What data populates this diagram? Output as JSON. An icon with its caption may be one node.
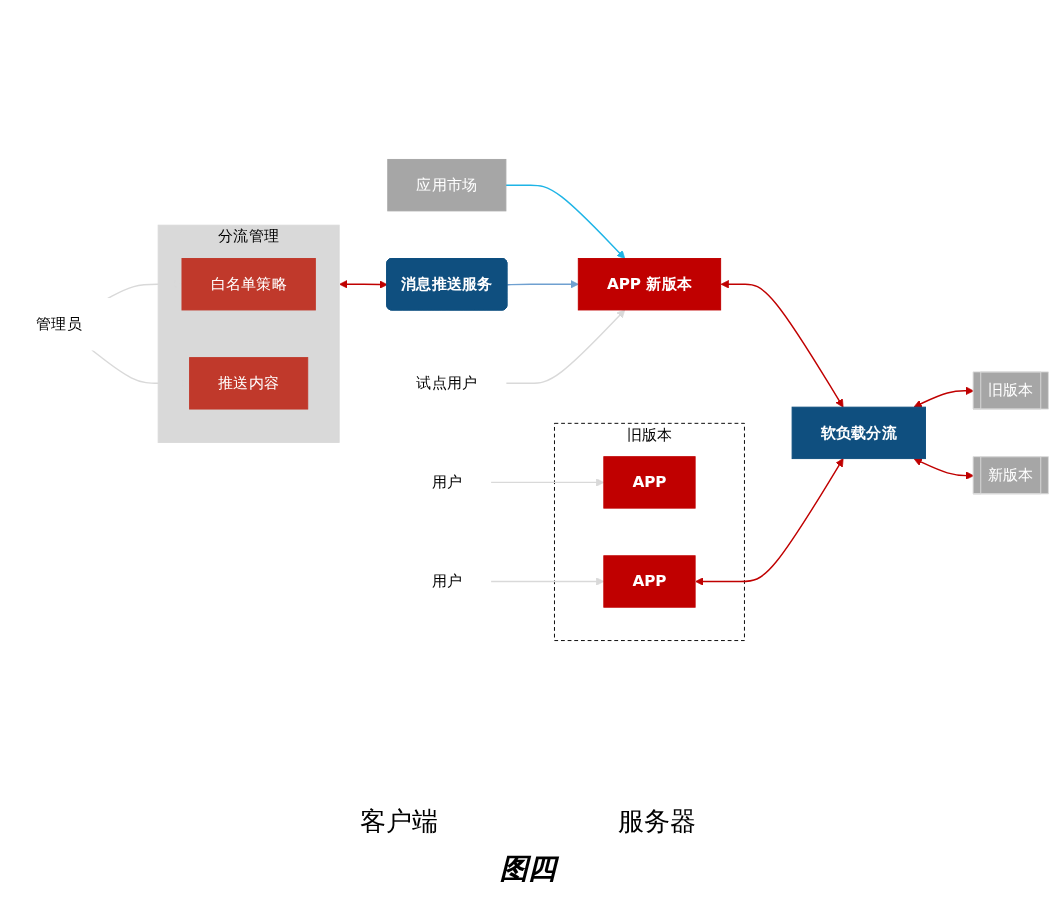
{
  "diagram": {
    "caption": "图四",
    "nodes": [
      {
        "text": [
          "应用市场"
        ]
      },
      {
        "text": [
          "分流管理"
        ]
      },
      {
        "text": [
          "白名单策略"
        ],
        "in": 1
      },
      {
        "text": [
          "推送内容"
        ],
        "in": 1
      },
      {
        "text": [
          "管理员"
        ]
      },
      {
        "text": [
          "消息推送服务"
        ]
      },
      {
        "text": [
          "试点用户"
        ]
      },
      {
        "text": [
          "APP 新版本"
        ]
      },
      {
        "text": [
          "旧版本"
        ]
      },
      {
        "text": [
          "APP"
        ],
        "in": 8
      },
      {
        "text": [
          "APP"
        ],
        "in": 8
      },
      {
        "text": [
          "用户"
        ]
      },
      {
        "text": [
          "用户"
        ]
      },
      {
        "text": [
          "软负载分流"
        ]
      },
      {
        "text": [
          "旧版本"
        ]
      },
      {
        "text": [
          "新版本"
        ]
      }
    ],
    "edges": [
      {
        "from": 0,
        "to": 7,
        "arrow": "to",
        "color": "#1eb4e6"
      },
      {
        "from": 4,
        "to": 2,
        "arrow": "to",
        "color": "#d9d9d9"
      },
      {
        "from": 4,
        "to": 3,
        "arrow": "to",
        "color": "#d9d9d9"
      },
      {
        "from": 1,
        "to": 5,
        "arrow": "both",
        "color": "#c00000"
      },
      {
        "from": 5,
        "to": 7,
        "arrow": "to",
        "color": "#6fa0d0"
      },
      {
        "from": 6,
        "to": 7,
        "arrow": "to",
        "color": "#d9d9d9"
      },
      {
        "from": 11,
        "to": 9,
        "arrow": "to",
        "color": "#d9d9d9"
      },
      {
        "from": 12,
        "to": 10,
        "arrow": "to",
        "color": "#d9d9d9"
      },
      {
        "from": 7,
        "to": 13,
        "arrow": "both",
        "color": "#c00000"
      },
      {
        "from": 10,
        "to": 13,
        "arrow": "both",
        "color": "#c00000"
      },
      {
        "from": 13,
        "to": 14,
        "arrow": "both",
        "color": "#c00000"
      },
      {
        "from": 13,
        "to": 15,
        "arrow": "both",
        "color": "#c00000"
      }
    ],
    "labels": [
      "客户端",
      "服务器"
    ]
  }
}
